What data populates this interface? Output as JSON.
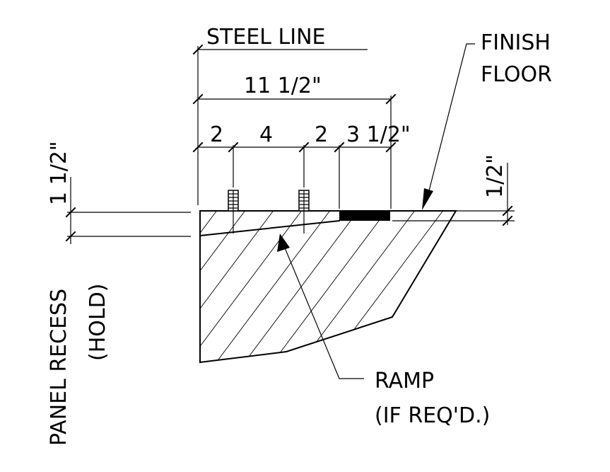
{
  "labels": {
    "steel_line": "STEEL LINE",
    "overall_dim": "11 1/2\"",
    "seg_1": "2",
    "seg_2": "4",
    "seg_3": "2",
    "seg_4": "3 1/2\"",
    "finish_1": "FINISH",
    "finish_2": "FLOOR",
    "half_inch": "1/2\"",
    "recess_dim": "1 1/2\"",
    "panel_recess": "PANEL RECESS",
    "hold": "(HOLD)",
    "ramp_1": "RAMP",
    "ramp_2": "(IF REQ'D.)"
  }
}
